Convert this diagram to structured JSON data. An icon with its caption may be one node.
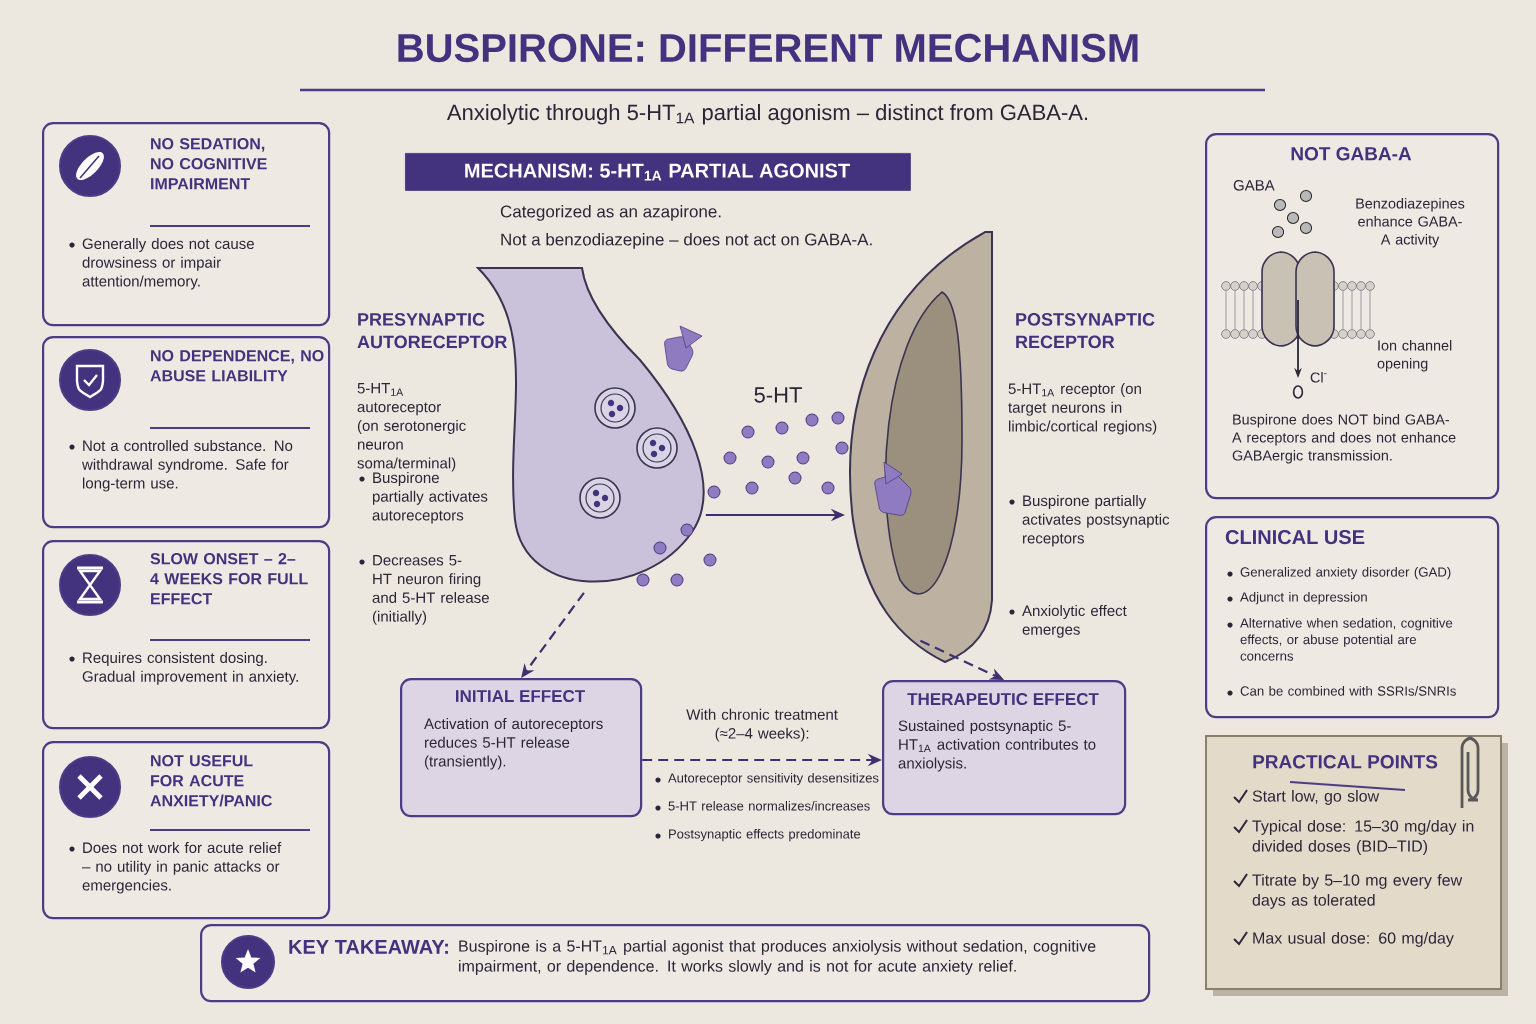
{
  "diagram": {
    "title": "BUSPIRONE: DIFFERENT MECHANISM",
    "nodes": [
      {
        "text": [
          "NO SEDATION, NO COGNITIVE IMPAIRMENT",
          "Generally does not cause drowsiness or impair attention/memory."
        ]
      },
      {
        "text": [
          "NO DEPENDENCE, NO ABUSE LIABILITY",
          "Not a controlled substance. No withdrawal syndrome. Safe for long-term use."
        ]
      },
      {
        "text": [
          "SLOW ONSET – 2–4 WEEKS FOR FULL EFFECT",
          "Requires consistent dosing. Gradual improvement in anxiety."
        ]
      },
      {
        "text": [
          "NOT USEFUL FOR ACUTE ANXIETY/PANIC",
          "Does not work for acute relief – no utility in panic attacks or emergencies."
        ]
      },
      {
        "text": [
          "MECHANISM: 5-HT$_{1A}$ PARTIAL AGONIST"
        ]
      },
      {
        "text": [],
        "shape": "picture"
      },
      {
        "text": [],
        "shape": "picture"
      },
      {
        "text": [
          "INITIAL EFFECT",
          "Activation of autoreceptors reduces 5-HT release (transiently)."
        ]
      },
      {
        "text": [
          "THERAPEUTIC EFFECT",
          "Sustained postsynaptic 5-HT$_{1A}$ activation contributes to anxiolysis."
        ]
      },
      {
        "text": [
          "NOT GABA-A",
          "Buspirone does NOT bind GABA-A receptors and does not enhance GABAergic transmission."
        ]
      },
      {
        "text": [
          "CLINICAL USE",
          "Generalized anxiety disorder (GAD)",
          "Adjunct in depression",
          "Alternative when sedation, cognitive effects, or abuse potential are concerns",
          "Can be combined with SSRIs/SNRIs"
        ]
      },
      {
        "text": [
          "PRACTICAL POINTS",
          "Start low, go slow",
          "Typical dose: 15–30 mg/day in divided doses (BID–TID)",
          "Titrate by 5–10 mg every few days as tolerated",
          "Max usual dose: 60 mg/day"
        ]
      },
      {
        "text": [
          "KEY TAKEAWAY:",
          "Buspirone is a 5-HT$_{1A}$ partial agonist that produces anxiolysis without sedation, cognitive impairment, or dependence. It works slowly and is not for acute anxiety relief."
        ]
      }
    ],
    "edges": [
      {
        "from": 5,
        "to": 7,
        "arrow": "to",
        "style": "dashed"
      },
      {
        "from": 5,
        "to": 6,
        "arrow": "to"
      },
      {
        "from": 6,
        "to": 8,
        "arrow": "to",
        "style": "dashed"
      },
      {
        "from": 7,
        "to": 8,
        "arrow": "to",
        "style": "dashed",
        "label": "With chronic treatment (≈2–4 weeks):"
      }
    ],
    "labels": [
      "Anxiolytic through 5-HT$_{1A}$ partial agonism – distinct from GABA-A.",
      "Categorized as an azapirone.",
      "Not a benzodiazepine – does not act on GABA-A.",
      "PRESYNAPTIC AUTORECEPTOR",
      "5-HT$_{1A}$ autoreceptor (on serotonergic neuron soma/terminal)",
      "Buspirone partially activates autoreceptors",
      "Decreases 5-HT neuron firing and 5-HT release (initially)",
      "5-HT",
      "POSTSYNAPTIC RECEPTOR",
      "5-HT$_{1A}$ receptor (on target neurons in limbic/cortical regions)",
      "Buspirone partially activates postsynaptic receptors",
      "Anxiolytic effect emerges",
      "Autoreceptor sensitivity desensitizes",
      "5-HT release normalizes/increases",
      "Postsynaptic effects predominate",
      "GABA",
      "Benzodiazepines enhance GABA-A activity",
      "Ion channel opening",
      "Cl$^{-}$"
    ]
  }
}
